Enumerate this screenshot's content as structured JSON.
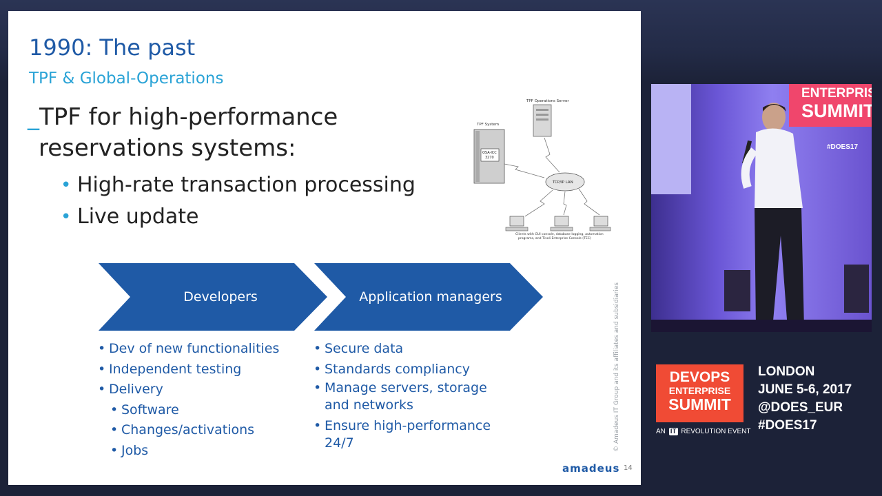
{
  "slide": {
    "title": "1990: The past",
    "subtitle": "TPF & Global-Operations",
    "main_point_prefix": "_",
    "main_point_line1": "TPF for high-performance",
    "main_point_line2": "reservations systems:",
    "bullets": [
      "High-rate transaction processing",
      "Live update"
    ],
    "diagram": {
      "server_label": "TPF Operations Server",
      "system_label": "TPF System",
      "system_box_line1": "OSA-ICC",
      "system_box_line2": "3270",
      "network_label": "TCP/IP LAN",
      "caption_line1": "Clients with GUI console, database logging, automation",
      "caption_line2": "programs, and Tivoli Enterprise Console (TEC)"
    },
    "chevrons": {
      "left_label": "Developers",
      "right_label": "Application managers"
    },
    "developers_items": [
      "Dev of new functionalities",
      "Independent testing",
      "Delivery"
    ],
    "delivery_sub_items": [
      "Software",
      "Changes/activations",
      "Jobs"
    ],
    "app_manager_items": [
      "Secure data",
      "Standards compliancy",
      "Manage servers, storage and networks",
      "Ensure high-performance 24/7"
    ],
    "copyright_vertical": "© Amadeus IT Group and its affiliates and subsidiaries",
    "brand_logo": "amadeus",
    "page_number": "14"
  },
  "video": {
    "banner_line1": "ENTERPRISE",
    "banner_line2": "SUMMIT",
    "hashtag": "#DOES17"
  },
  "event": {
    "logo_line1": "DEVOPS",
    "logo_line2": "ENTERPRISE",
    "logo_line3": "SUMMIT",
    "tag_prefix": "AN",
    "tag_it": "IT",
    "tag_suffix": "REVOLUTION EVENT",
    "city": "LONDON",
    "dates": "JUNE 5-6, 2017",
    "twitter": "@DOES_EUR",
    "hashtag": "#DOES17"
  },
  "colors": {
    "slide_blue": "#1f5aa6",
    "accent_cyan": "#2aa3d6",
    "chevron_blue": "#1f5aa6",
    "event_red": "#f04b35",
    "background": "#1c2238"
  }
}
